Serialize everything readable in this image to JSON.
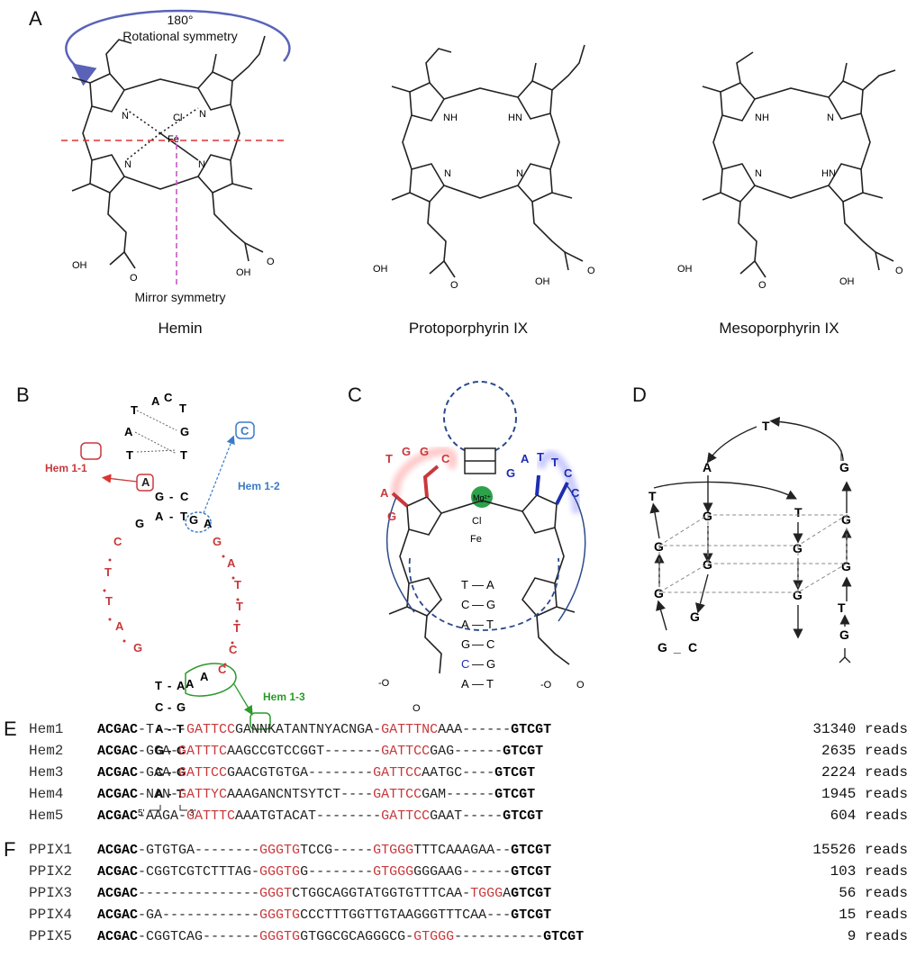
{
  "panels": {
    "A": "A",
    "B": "B",
    "C": "C",
    "D": "D",
    "E": "E",
    "F": "F"
  },
  "panel_a": {
    "rotation_line1": "180°",
    "rotation_line2": "Rotational symmetry",
    "mirror": "Mirror symmetry",
    "hemin": "Hemin",
    "ppix": "Protoporphyrin IX",
    "mppix": "Mesoporphyrin IX",
    "cl": "Cl",
    "fe": "Fe",
    "n": "N",
    "nh": "NH",
    "hn": "HN",
    "oh": "OH",
    "o": "O"
  },
  "panel_b": {
    "hem11": "Hem 1-1",
    "hem12": "Hem 1-2",
    "hem13": "Hem 1-3",
    "box11": "A",
    "box12": "C",
    "five": "5'",
    "three": "3'"
  },
  "panel_c": {
    "mg": "Mg²⁺",
    "cl": "Cl",
    "fe": "Fe",
    "ominus": "-O",
    "o": "O"
  },
  "section_e": {
    "rows": [
      {
        "name": "Hem1",
        "seg": [
          [
            "b",
            "ACGAC"
          ],
          [
            "d",
            "-T----"
          ],
          [
            "r",
            "GATTCC"
          ],
          [
            "d",
            "GANNKATANTNYACNGA-"
          ],
          [
            "r",
            "GATTTNC"
          ],
          [
            "d",
            "AAA------"
          ],
          [
            "b",
            "GTCGT"
          ]
        ],
        "reads": "31340 reads"
      },
      {
        "name": "Hem2",
        "seg": [
          [
            "b",
            "ACGAC"
          ],
          [
            "d",
            "-GGA-"
          ],
          [
            "r",
            "GATTTC"
          ],
          [
            "d",
            "AAGCCGTCCGGT-------"
          ],
          [
            "r",
            "GATTCC"
          ],
          [
            "d",
            "GAG------"
          ],
          [
            "b",
            "GTCGT"
          ]
        ],
        "reads": "2635 reads"
      },
      {
        "name": "Hem3",
        "seg": [
          [
            "b",
            "ACGAC"
          ],
          [
            "d",
            "-GAA-"
          ],
          [
            "r",
            "GATTCC"
          ],
          [
            "d",
            "GAACGTGTGA--------"
          ],
          [
            "r",
            "GATTCC"
          ],
          [
            "d",
            "AATGC----"
          ],
          [
            "b",
            "GTCGT"
          ]
        ],
        "reads": "2224 reads"
      },
      {
        "name": "Hem4",
        "seg": [
          [
            "b",
            "ACGAC"
          ],
          [
            "d",
            "-NAN-"
          ],
          [
            "r",
            "GATTYC"
          ],
          [
            "d",
            "AAAGANCNTSYTCT----"
          ],
          [
            "r",
            "GATTCC"
          ],
          [
            "d",
            "GAM------"
          ],
          [
            "b",
            "GTCGT"
          ]
        ],
        "reads": "1945 reads"
      },
      {
        "name": "Hem5",
        "seg": [
          [
            "b",
            "ACGAC"
          ],
          [
            "d",
            "-AAGA-"
          ],
          [
            "r",
            "GATTTC"
          ],
          [
            "d",
            "AAATGTACAT--------"
          ],
          [
            "r",
            "GATTCC"
          ],
          [
            "d",
            "GAAT-----"
          ],
          [
            "b",
            "GTCGT"
          ]
        ],
        "reads": "604 reads"
      }
    ]
  },
  "section_f": {
    "rows": [
      {
        "name": "PPIX1",
        "seg": [
          [
            "b",
            "ACGAC"
          ],
          [
            "d",
            "-GTGTGA--------"
          ],
          [
            "r",
            "GGGTG"
          ],
          [
            "d",
            "TCCG-----"
          ],
          [
            "r",
            "GTGGG"
          ],
          [
            "d",
            "TTTCAAAGAA--"
          ],
          [
            "b",
            "GTCGT"
          ]
        ],
        "reads": "15526 reads"
      },
      {
        "name": "PPIX2",
        "seg": [
          [
            "b",
            "ACGAC"
          ],
          [
            "d",
            "-CGGTCGTCTTTAG-"
          ],
          [
            "r",
            "GGGTG"
          ],
          [
            "d",
            "G--------"
          ],
          [
            "r",
            "GTGGG"
          ],
          [
            "d",
            "GGGAAG------"
          ],
          [
            "b",
            "GTCGT"
          ]
        ],
        "reads": "103 reads"
      },
      {
        "name": "PPIX3",
        "seg": [
          [
            "b",
            "ACGAC"
          ],
          [
            "d",
            "---------------"
          ],
          [
            "r",
            "GGGT"
          ],
          [
            "d",
            "CTGGCAGGTATGGTGTTTCAA-"
          ],
          [
            "r",
            "TGGG"
          ],
          [
            "d",
            "A"
          ],
          [
            "b",
            "GTCGT"
          ]
        ],
        "reads": "56 reads"
      },
      {
        "name": "PPIX4",
        "seg": [
          [
            "b",
            "ACGAC"
          ],
          [
            "d",
            "-GA------------"
          ],
          [
            "r",
            "GGGTG"
          ],
          [
            "d",
            "CCCTTTGGTTGTAAGGGTTTCAA---"
          ],
          [
            "b",
            "GTCGT"
          ]
        ],
        "reads": "15 reads"
      },
      {
        "name": "PPIX5",
        "seg": [
          [
            "b",
            "ACGAC"
          ],
          [
            "d",
            "-CGGTCAG-------"
          ],
          [
            "r",
            "GGGTG"
          ],
          [
            "d",
            "GTGGCGCAGGGCG-"
          ],
          [
            "r",
            "GTGGG"
          ],
          [
            "d",
            "-----------"
          ],
          [
            "b",
            "GTCGT"
          ]
        ],
        "reads": "9 reads"
      }
    ]
  }
}
